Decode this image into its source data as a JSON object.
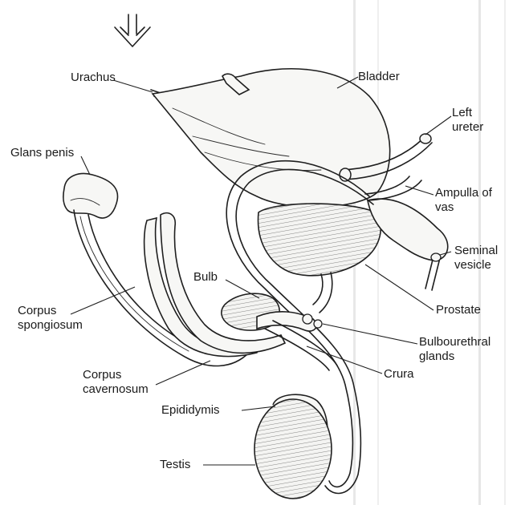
{
  "labels": {
    "urachus": "Urachus",
    "bladder": "Bladder",
    "left_ureter": "Left\nureter",
    "glans_penis": "Glans penis",
    "ampulla_of_vas": "Ampulla of\nvas",
    "seminal_vesicle": "Seminal\nvesicle",
    "bulb": "Bulb",
    "prostate": "Prostate",
    "corpus_spongiosum": "Corpus\nspongiosum",
    "bulbourethral_glands": "Bulbourethral\nglands",
    "corpus_cavernosum": "Corpus\ncavernosum",
    "crura": "Crura",
    "epididymis": "Epididymis",
    "testis": "Testis"
  },
  "colors": {
    "ink": "#1f1f1f",
    "paper": "#ffffff",
    "stripe": "#e4e4e4"
  },
  "icons": {
    "view_direction": "double-arrow-down-icon"
  }
}
